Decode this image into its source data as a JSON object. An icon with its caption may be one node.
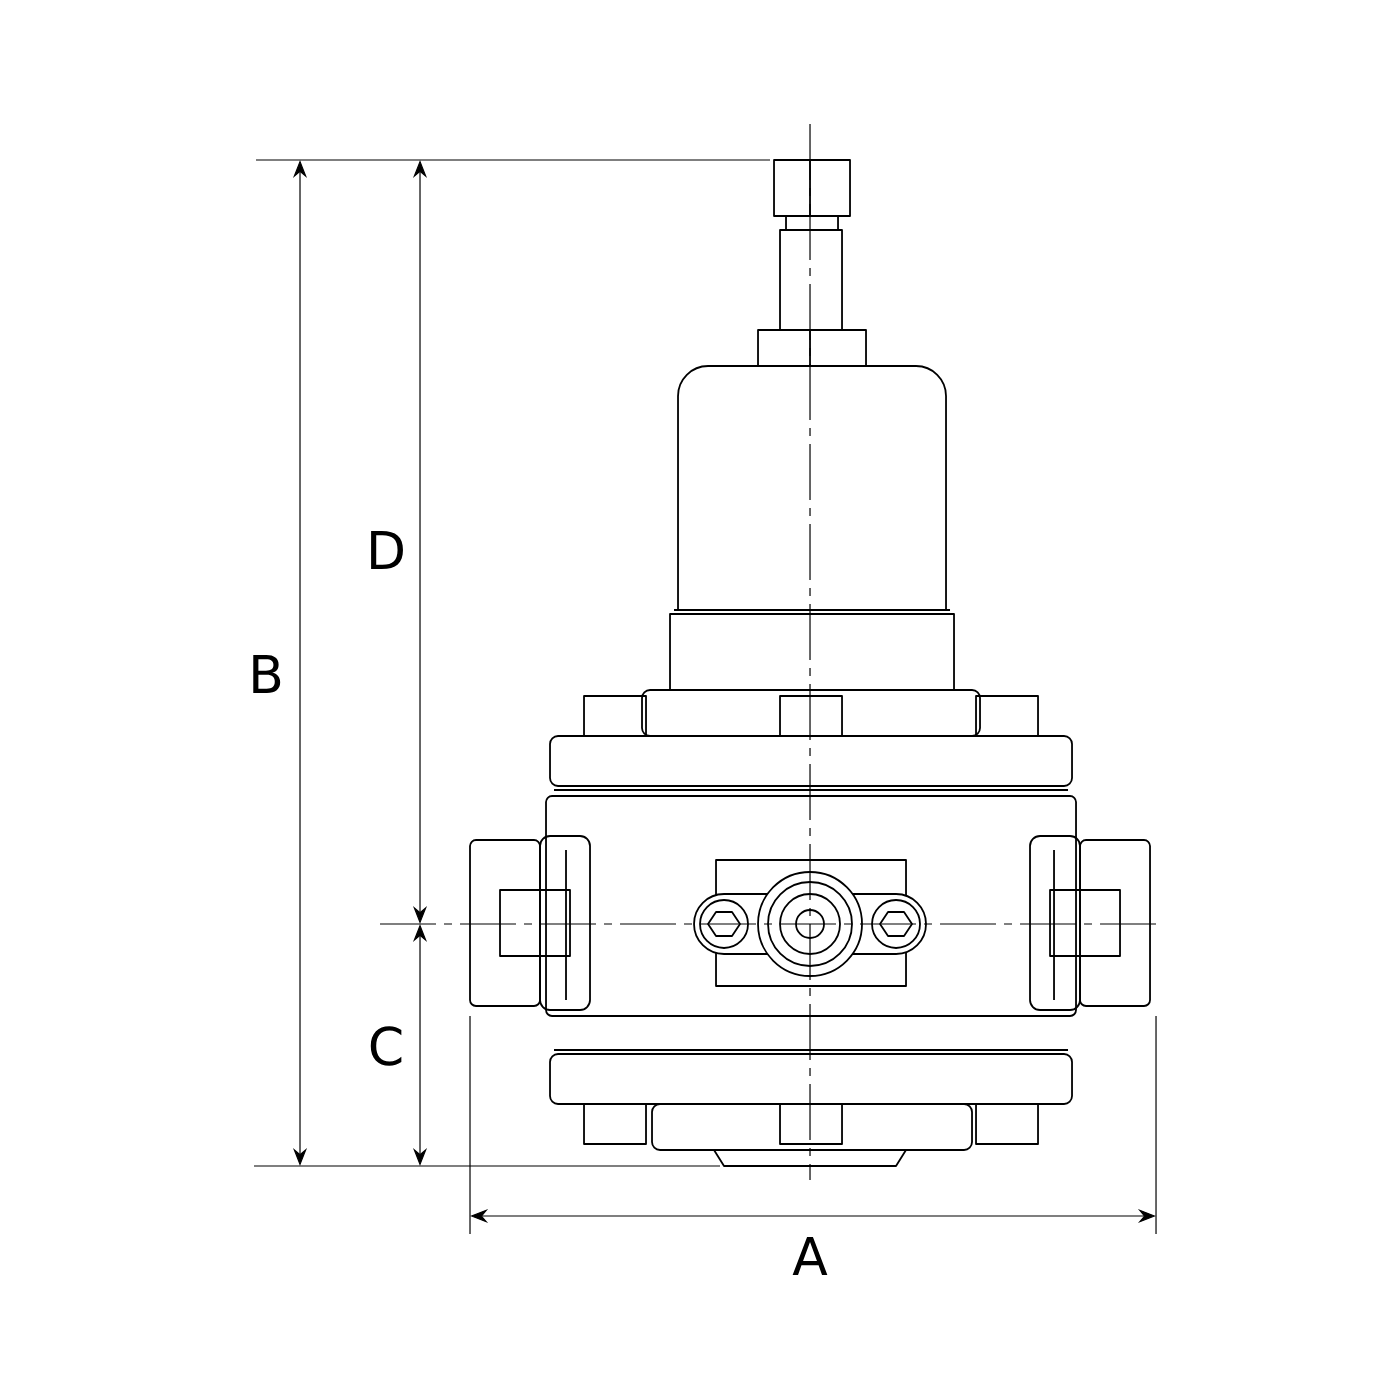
{
  "diagram": {
    "labels": [
      "D",
      "B",
      "C",
      "A"
    ]
  }
}
